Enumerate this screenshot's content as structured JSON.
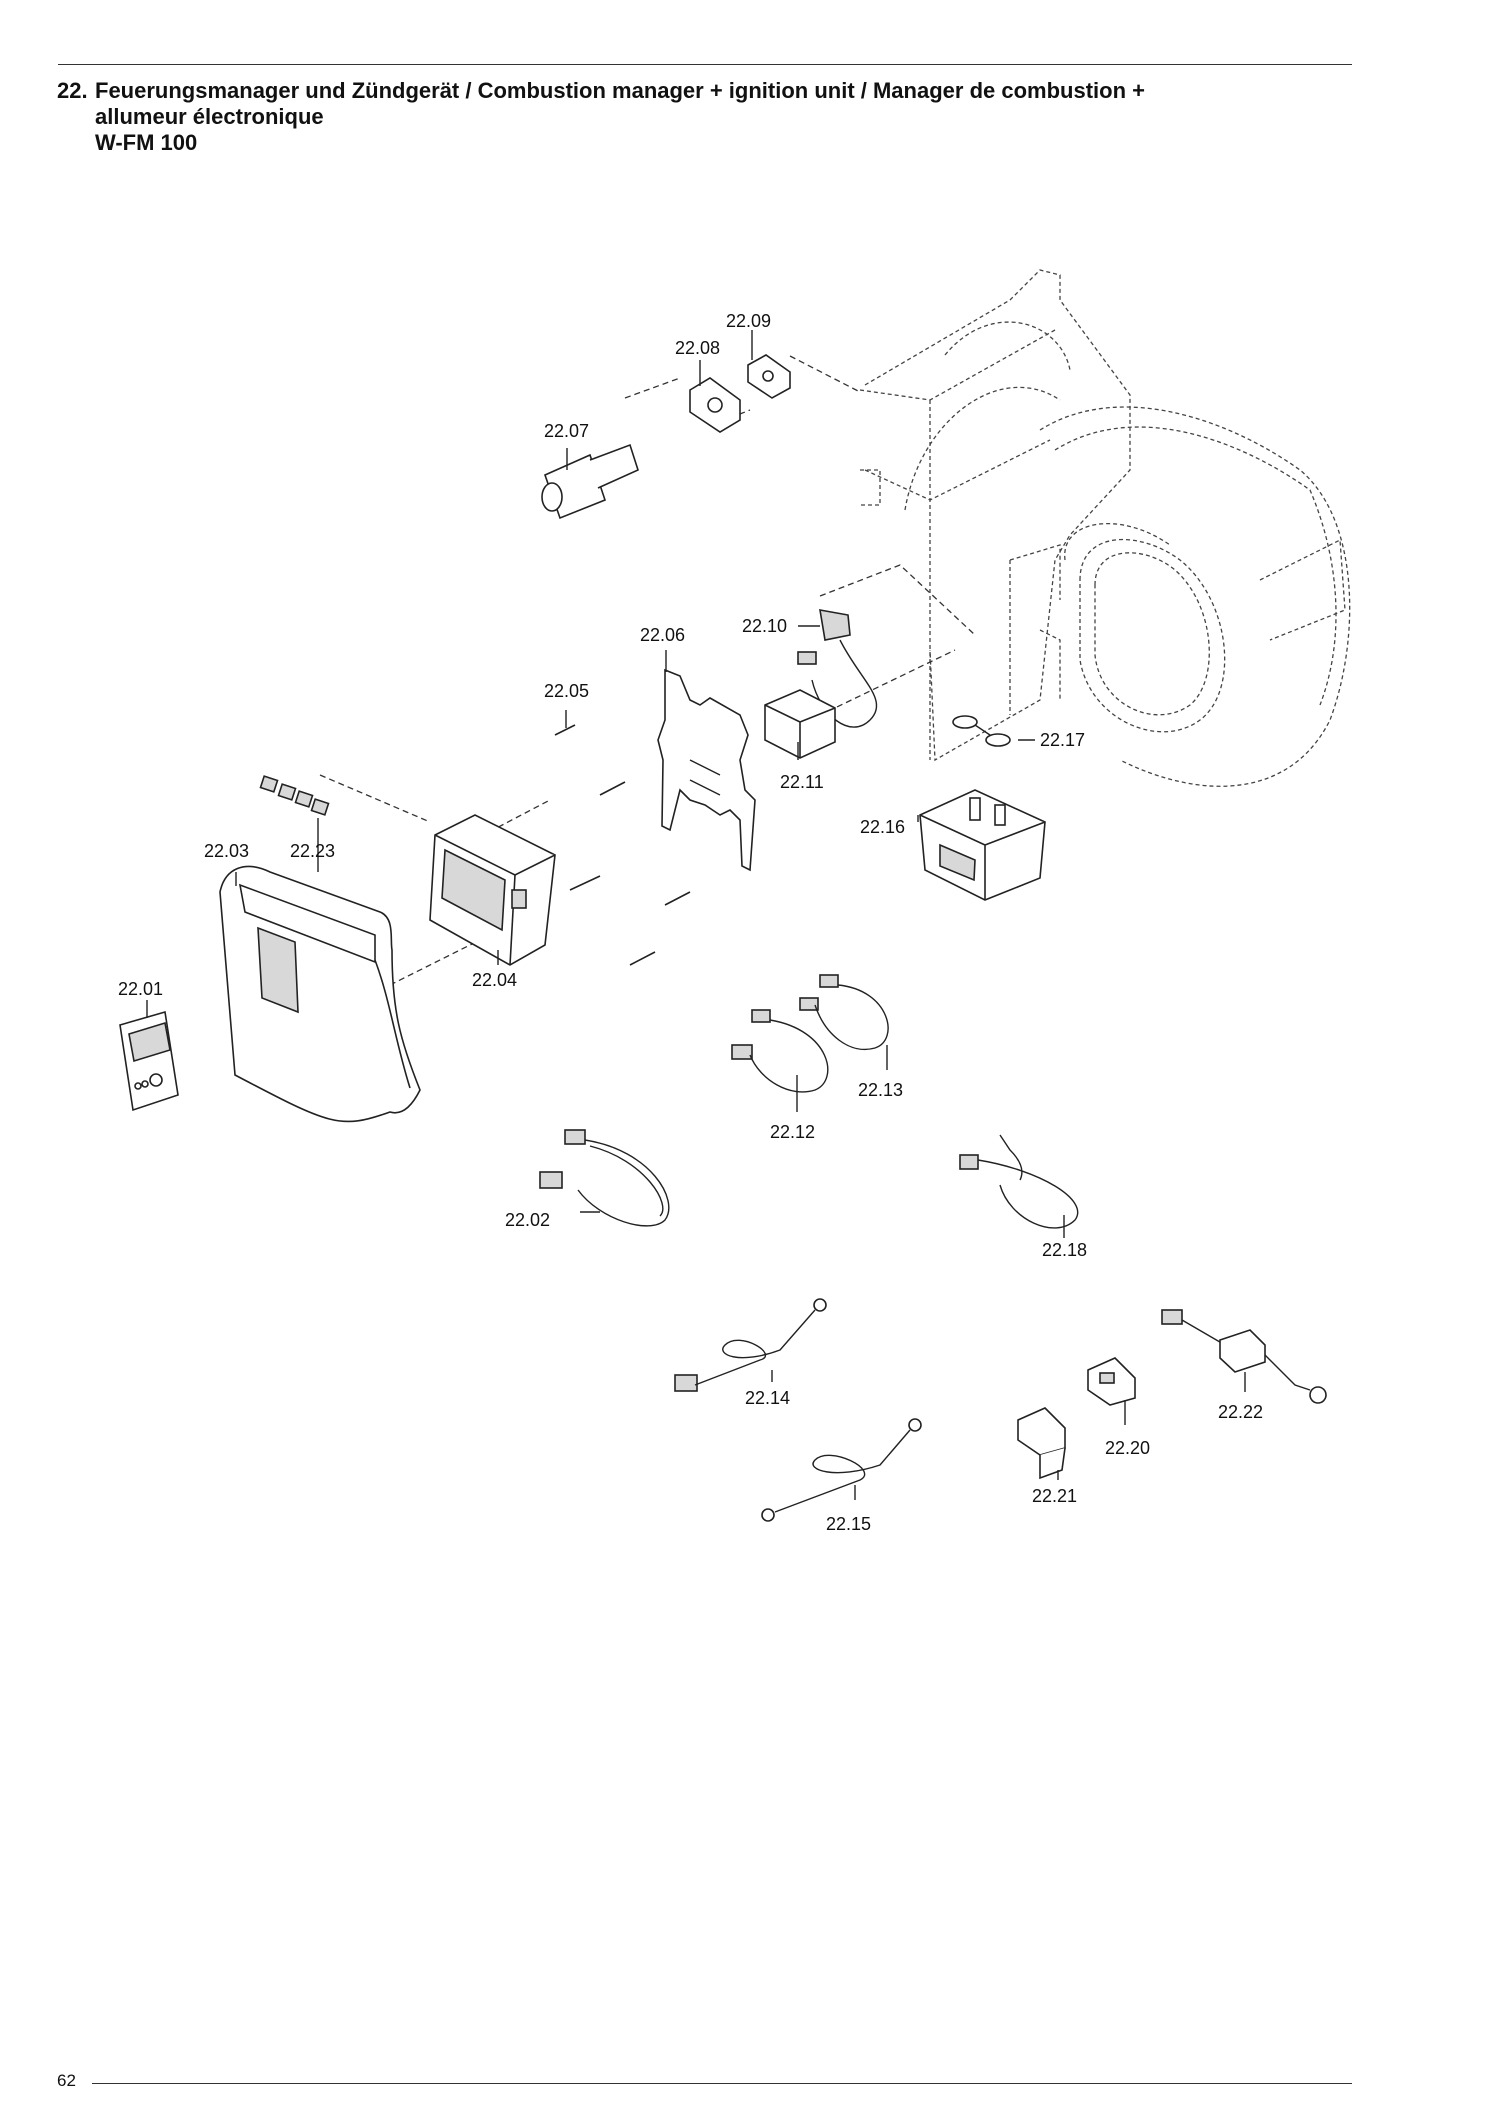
{
  "header": {
    "number": "22.",
    "title_line1": "Feuerungsmanager und Zündgerät / Combustion manager + ignition unit / Manager de combustion +",
    "title_line2": "allumeur électronique",
    "title_line3": "W-FM 100"
  },
  "footer": {
    "page_number": "62"
  },
  "parts": [
    {
      "id": "p2201",
      "label": "22.01"
    },
    {
      "id": "p2202",
      "label": "22.02"
    },
    {
      "id": "p2203",
      "label": "22.03"
    },
    {
      "id": "p2204",
      "label": "22.04"
    },
    {
      "id": "p2205",
      "label": "22.05"
    },
    {
      "id": "p2206",
      "label": "22.06"
    },
    {
      "id": "p2207",
      "label": "22.07"
    },
    {
      "id": "p2208",
      "label": "22.08"
    },
    {
      "id": "p2209",
      "label": "22.09"
    },
    {
      "id": "p2210",
      "label": "22.10"
    },
    {
      "id": "p2211",
      "label": "22.11"
    },
    {
      "id": "p2212",
      "label": "22.12"
    },
    {
      "id": "p2213",
      "label": "22.13"
    },
    {
      "id": "p2214",
      "label": "22.14"
    },
    {
      "id": "p2215",
      "label": "22.15"
    },
    {
      "id": "p2216",
      "label": "22.16"
    },
    {
      "id": "p2217",
      "label": "22.17"
    },
    {
      "id": "p2218",
      "label": "22.18"
    },
    {
      "id": "p2220",
      "label": "22.20"
    },
    {
      "id": "p2221",
      "label": "22.21"
    },
    {
      "id": "p2222",
      "label": "22.22"
    },
    {
      "id": "p2223",
      "label": "22.23"
    }
  ]
}
